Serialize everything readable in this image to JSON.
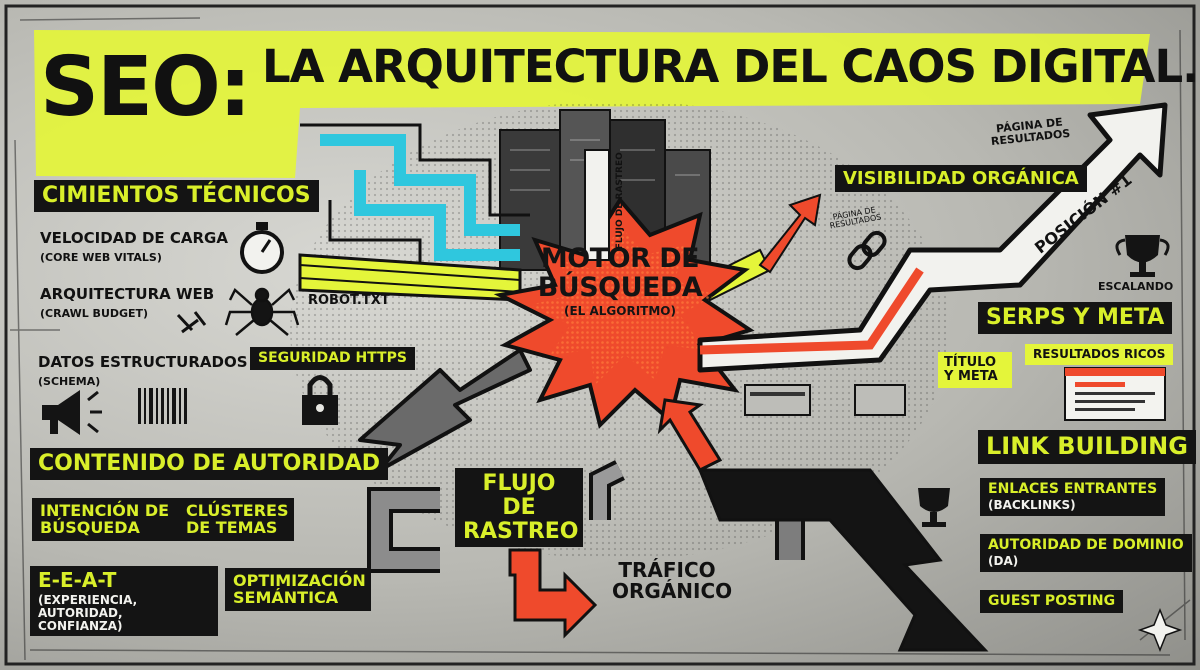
{
  "title": {
    "main": "SEO:",
    "rest": "LA ARQUITECTURA DEL CAOS DIGITAL."
  },
  "engine": {
    "line1": "MOTOR DE",
    "line2": "BÚSQUEDA",
    "sub": "(EL ALGORITMO)"
  },
  "tecnicos": {
    "heading": "CIMIENTOS TÉCNICOS",
    "velocidad": "VELOCIDAD DE CARGA",
    "velocidad_sub": "(CORE WEB VITALS)",
    "arquitectura": "ARQUITECTURA WEB",
    "arquitectura_sub": "(CRAWL BUDGET)",
    "datos": "DATOS ESTRUCTURADOS",
    "datos_sub": "(SCHEMA)",
    "robot": "ROBOT.TXT",
    "https": "SEGURIDAD HTTPS"
  },
  "contenido": {
    "heading": "CONTENIDO DE AUTORIDAD",
    "intencion": "INTENCIÓN DE BÚSQUEDA",
    "clusteres": "CLÚSTERES DE TEMAS",
    "eeat": "E-E-A-T",
    "eeat_sub": "(EXPERIENCIA, AUTORIDAD, CONFIANZA)",
    "semantica": "OPTIMIZACIÓN SEMÁNTICA"
  },
  "flujo": {
    "rastreo": "FLUJO DE RASTREO",
    "trafico": "TRÁFICO ORGÁNICO"
  },
  "visibilidad": {
    "heading": "VISIBILIDAD ORGÁNICA",
    "pagina_resultados": "PÁGINA DE RESULTADOS",
    "pagina_handwritten": "PÁGINA DE RESULTADOS",
    "posicion": "POSICIÓN #1",
    "escalando": "ESCALANDO",
    "serps": "SERPs Y META",
    "resultados_ricos": "RESULTADOS RICOS",
    "titulo_meta": "TÍTULO Y META",
    "rastreo_vertical": "FLUJO DE RASTREO"
  },
  "links": {
    "heading": "LINK BUILDING",
    "enlaces": "ENLACES ENTRANTES",
    "enlaces_sub": "(BACKLINKS)",
    "autoridad": "AUTORIDAD DE DOMINIO",
    "autoridad_sub": "(DA)",
    "guest": "GUEST POSTING"
  },
  "colors": {
    "highlight": "#e4f53a",
    "accent_red": "#e8442e",
    "accent_cyan": "#2fc7de",
    "ink": "#141414"
  },
  "icons": [
    "stopwatch-icon",
    "spider-icon",
    "megaphone-icon",
    "barcode-icon",
    "padlock-icon",
    "trophy-icon",
    "link-icon",
    "browser-window-icon",
    "sparkle-icon"
  ]
}
